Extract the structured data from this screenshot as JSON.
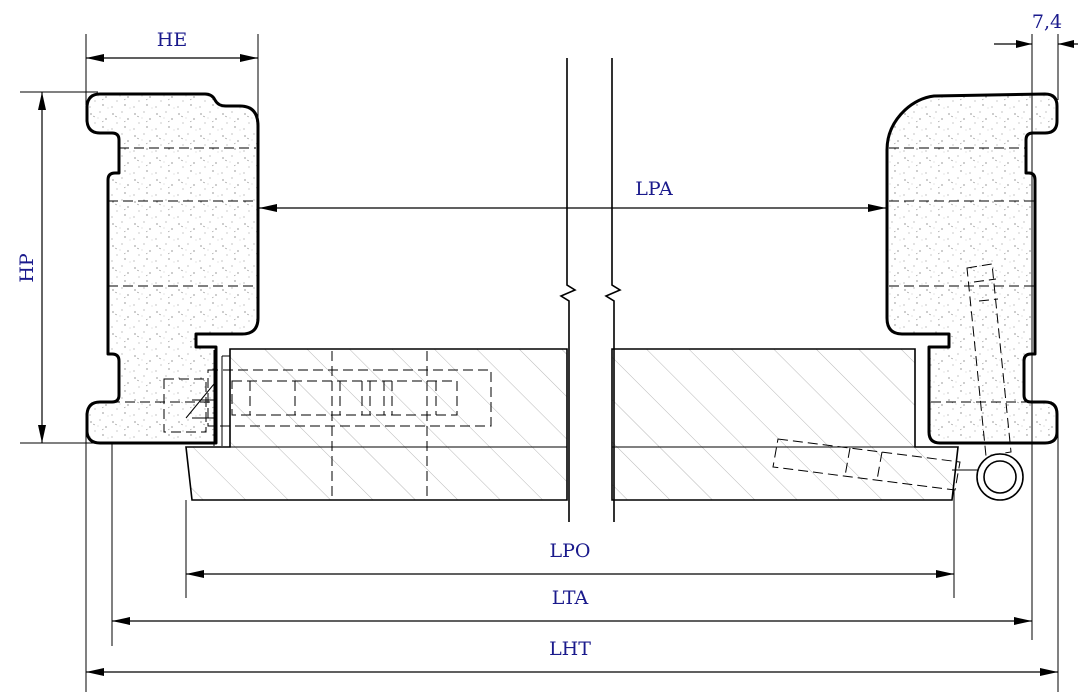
{
  "labels": {
    "he": "HE",
    "dim_7_4": "7,4",
    "hp": "HP",
    "lpa": "LPA",
    "lpo": "LPO",
    "lta": "LTA",
    "lht": "LHT"
  },
  "colors": {
    "dimension_text": "#1a1a8c",
    "lines": "#000000"
  }
}
